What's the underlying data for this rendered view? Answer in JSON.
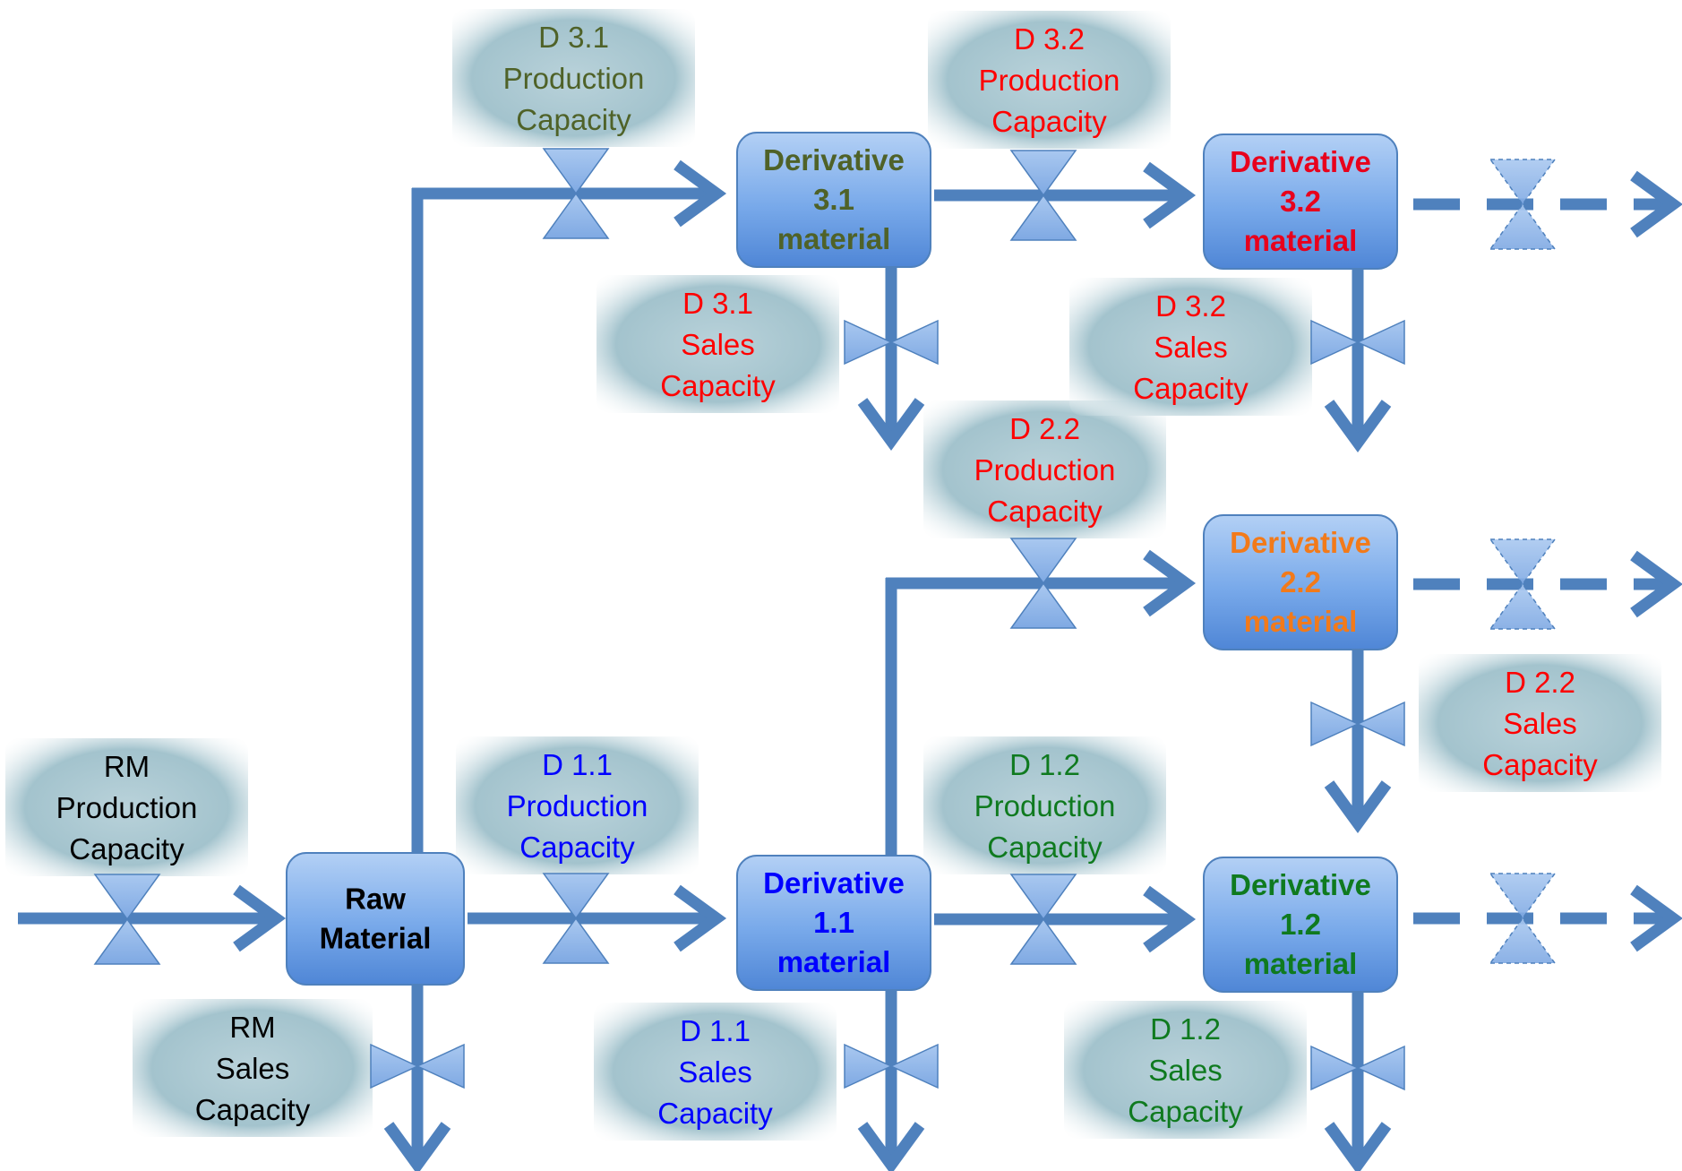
{
  "colors": {
    "flow": "#4f81bd",
    "valve": "#8eb4e3",
    "valve_stroke": "#4f81bd",
    "black": "#000000",
    "olive": "#4f6228",
    "red": "#ff0000",
    "bold_red": "#e8001c",
    "orange": "#f27a1a",
    "blue": "#0000ff",
    "green": "#0f7a1f"
  },
  "nodes": [
    {
      "id": "raw",
      "lines": [
        "Raw",
        "Material"
      ],
      "color": "black"
    },
    {
      "id": "d11",
      "lines": [
        "Derivative",
        "1.1",
        "material"
      ],
      "color": "blue"
    },
    {
      "id": "d12",
      "lines": [
        "Derivative",
        "1.2",
        "material"
      ],
      "color": "green"
    },
    {
      "id": "d22",
      "lines": [
        "Derivative",
        "2.2",
        "material"
      ],
      "color": "orange"
    },
    {
      "id": "d31",
      "lines": [
        "Derivative",
        "3.1",
        "material"
      ],
      "color": "olive"
    },
    {
      "id": "d32",
      "lines": [
        "Derivative",
        "3.2",
        "material"
      ],
      "color": "bold_red"
    }
  ],
  "labels": [
    {
      "id": "rm-production",
      "lines": [
        "RM",
        "Production",
        "Capacity"
      ],
      "color": "black"
    },
    {
      "id": "rm-sales",
      "lines": [
        "RM",
        "Sales",
        "Capacity"
      ],
      "color": "black"
    },
    {
      "id": "d11-production",
      "lines": [
        "D 1.1",
        "Production",
        "Capacity"
      ],
      "color": "blue"
    },
    {
      "id": "d11-sales",
      "lines": [
        "D 1.1",
        "Sales",
        "Capacity"
      ],
      "color": "blue"
    },
    {
      "id": "d12-production",
      "lines": [
        "D 1.2",
        "Production",
        "Capacity"
      ],
      "color": "green"
    },
    {
      "id": "d12-sales",
      "lines": [
        "D 1.2",
        "Sales",
        "Capacity"
      ],
      "color": "green"
    },
    {
      "id": "d22-production",
      "lines": [
        "D 2.2",
        "Production",
        "Capacity"
      ],
      "color": "red"
    },
    {
      "id": "d22-sales",
      "lines": [
        "D 2.2",
        "Sales",
        "Capacity"
      ],
      "color": "red"
    },
    {
      "id": "d31-production",
      "lines": [
        "D 3.1",
        "Production",
        "Capacity"
      ],
      "color": "olive"
    },
    {
      "id": "d31-sales",
      "lines": [
        "D 3.1",
        "Sales",
        "Capacity"
      ],
      "color": "red"
    },
    {
      "id": "d32-production",
      "lines": [
        "D 3.2",
        "Production",
        "Capacity"
      ],
      "color": "red"
    },
    {
      "id": "d32-sales",
      "lines": [
        "D 3.2",
        "Sales",
        "Capacity"
      ],
      "color": "red"
    }
  ]
}
